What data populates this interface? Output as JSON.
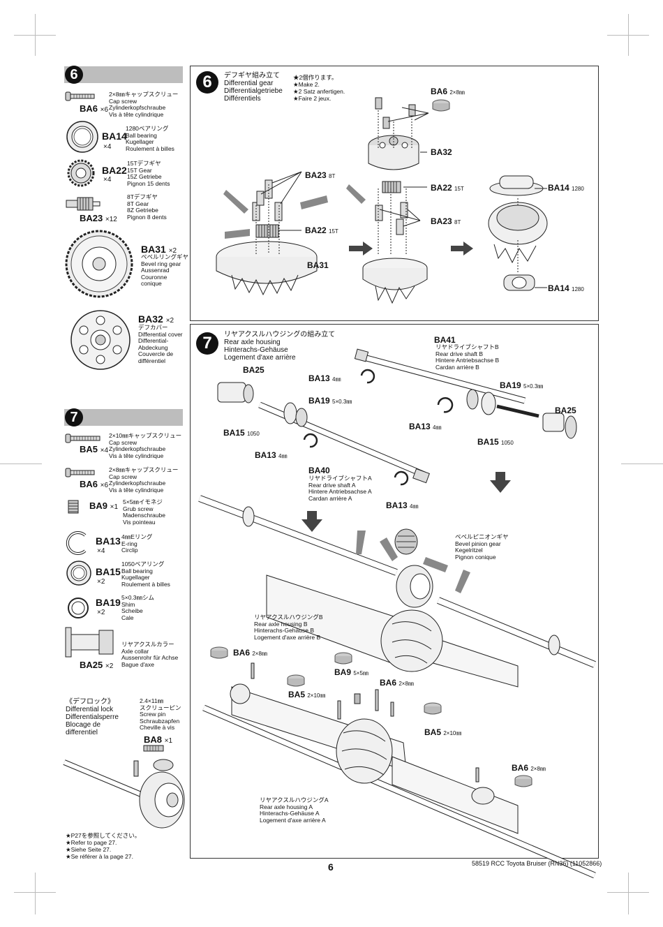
{
  "page": {
    "number": "6",
    "footer": "58519 RCC Toyota Bruiser (RN36) (11052866)"
  },
  "sidebar6": {
    "step": "6",
    "parts": [
      {
        "code": "BA6",
        "qty": "×6",
        "desc": "2×8㎜キャップスクリュー\nCap screw\nZylinderkopfschraube\nVis à tête cylindrique",
        "icon": "cap-screw-icon"
      },
      {
        "code": "BA14",
        "qty": "×4",
        "desc": "1280ベアリング\nBall bearing\nKugellager\nRoulement à billes",
        "icon": "ball-bearing-icon"
      },
      {
        "code": "BA22",
        "qty": "×4",
        "desc": "15Tデフギヤ\n15T Gear\n15Z Getriebe\nPignon 15 dents",
        "icon": "gear-15t-icon"
      },
      {
        "code": "BA23",
        "qty": "×12",
        "desc": "8Tデフギヤ\n8T Gear\n8Z Getriebe\nPignon 8 dents",
        "icon": "gear-8t-icon"
      },
      {
        "code": "BA31",
        "qty": "×2",
        "desc": "ベベルリングギヤ\nBevel ring gear\nAussenrad\nCouronne\nconique",
        "icon": "bevel-ring-gear-icon"
      },
      {
        "code": "BA32",
        "qty": "×2",
        "desc": "デフカバー\nDifferential cover\nDifferential-\nAbdeckung\nCouvercle de\ndifférentiel",
        "icon": "diff-cover-icon"
      }
    ]
  },
  "sidebar7": {
    "step": "7",
    "parts": [
      {
        "code": "BA5",
        "qty": "×4",
        "desc": "2×10㎜キャップスクリュー\nCap screw\nZylinderkopfschraube\nVis à tête cylindrique",
        "icon": "cap-screw-icon"
      },
      {
        "code": "BA6",
        "qty": "×6",
        "desc": "2×8㎜キャップスクリュー\nCap screw\nZylinderkopfschraube\nVis à tête cylindrique",
        "icon": "cap-screw-icon"
      },
      {
        "code": "BA9",
        "qty": "×1",
        "desc": "5×5㎜イモネジ\nGrub screw\nMadenschraube\nVis pointeau",
        "icon": "grub-screw-icon"
      },
      {
        "code": "BA13",
        "qty": "×4",
        "desc": "4㎜Eリング\nE-ring\nCirclip",
        "icon": "e-ring-icon"
      },
      {
        "code": "BA15",
        "qty": "×2",
        "desc": "1050ベアリング\nBall bearing\nKugellager\nRoulement à billes",
        "icon": "ball-bearing-icon"
      },
      {
        "code": "BA19",
        "qty": "×2",
        "desc": "5×0.3㎜シム\nShim\nScheibe\nCale",
        "icon": "shim-icon"
      },
      {
        "code": "BA25",
        "qty": "×2",
        "desc": "リヤアクスルカラー\nAxle collar\nAussenrohr für Achse\nBague d'axe",
        "icon": "axle-collar-icon"
      }
    ]
  },
  "diff_lock": {
    "title": "《デフロック》\nDifferential lock\nDifferentialsperre\nBlocage de\ndifferentiel",
    "part_desc": "2.4×11㎜\nスクリューピン\nScrew pin\nSchraubzapfen\nCheville à vis",
    "part_code": "BA8",
    "part_qty": "×1",
    "refer": "★P27を参照してください。\n★Refer to page 27.\n★Siehe Seite 27.\n★Se référer à la page 27."
  },
  "step6": {
    "number": "6",
    "title": "デフギヤ組み立て\nDifferential gear\nDifferentialgetriebe\nDifférentiels",
    "note": "★2個作ります。\n★Make 2.\n★2 Satz anfertigen.\n★Faire 2 jeux.",
    "labels": {
      "ba6": "BA6",
      "ba6_size": "2×8㎜",
      "ba32": "BA32",
      "ba22": "BA22",
      "ba22_t": "15T",
      "ba23": "BA23",
      "ba23_t": "8T",
      "ba23_left": "BA23",
      "ba23_left_t": "8T",
      "ba22_left": "BA22",
      "ba22_left_t": "15T",
      "ba31": "BA31",
      "ba14_top": "BA14",
      "ba14_top_n": "1280",
      "ba14_bot": "BA14",
      "ba14_bot_n": "1280"
    }
  },
  "step7": {
    "number": "7",
    "title": "リヤアクスルハウジングの組み立て\nRear axle housing\nHinterachs-Gehäuse\nLogement d'axe arrière",
    "ba41_code": "BA41",
    "ba41_desc": "リヤドライブシャフトB\nRear drive shaft B\nHintere Antriebsachse B\nCardan arrière B",
    "ba40_code": "BA40",
    "ba40_desc": "リヤドライブシャフトA\nRear drive shaft A\nHintere Antriebsachse A\nCardan arrière A",
    "bevel_desc": "ベベルピニオンギヤ\nBevel pinion gear\nKegelritzel\nPignon conique",
    "housing_b": "リヤアクスルハウジングB\nRear axle housing B\nHinterachs-Gehäuse B\nLogement d'axe arrière B",
    "housing_a": "リヤアクスルハウジングA\nRear axle housing A\nHinterachs-Gehäuse A\nLogement d'axe arrière A",
    "labels": {
      "ba25_l": "BA25",
      "ba25_r": "BA25",
      "ba13_1": "BA13",
      "ba13_1_s": "4㎜",
      "ba19_1": "BA19",
      "ba19_1_s": "5×0.3㎜",
      "ba15_1": "BA15",
      "ba15_1_s": "1050",
      "ba13_2": "BA13",
      "ba13_2_s": "4㎜",
      "ba19_2": "BA19",
      "ba19_2_s": "5×0.3㎜",
      "ba13_3": "BA13",
      "ba13_3_s": "4㎜",
      "ba15_2": "BA15",
      "ba15_2_s": "1050",
      "ba13_4": "BA13",
      "ba13_4_s": "4㎜",
      "ba6_1": "BA6",
      "ba6_1_s": "2×8㎜",
      "ba9": "BA9",
      "ba9_s": "5×5㎜",
      "ba6_2": "BA6",
      "ba6_2_s": "2×8㎜",
      "ba5_1": "BA5",
      "ba5_1_s": "2×10㎜",
      "ba5_2": "BA5",
      "ba5_2_s": "2×10㎜",
      "ba6_3": "BA6",
      "ba6_3_s": "2×8㎜"
    }
  }
}
